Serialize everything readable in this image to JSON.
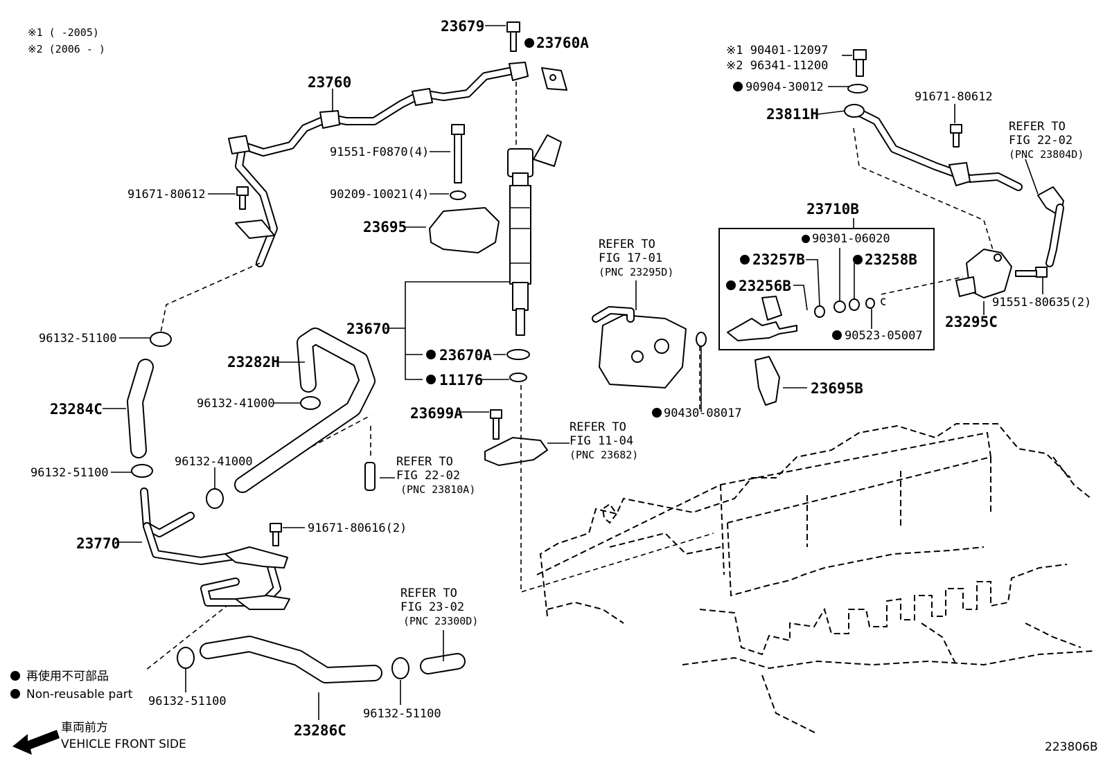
{
  "notes": {
    "n1": "※1 (      -2005)",
    "n2": "※2 (2006 -      )"
  },
  "labels": {
    "p23679": "23679",
    "p23760A": "23760A",
    "p23760": "23760",
    "p91551_F0870": "91551-F0870(4)",
    "p90209_10021": "90209-10021(4)",
    "p91671_80612_left": "91671-80612",
    "p23695": "23695",
    "p23670": "23670",
    "p23670A": "23670A",
    "p11176": "11176",
    "p23699A": "23699A",
    "p96132_51100_a": "96132-51100",
    "p23284C": "23284C",
    "p96132_51100_b": "96132-51100",
    "p23282H": "23282H",
    "p96132_41000_a": "96132-41000",
    "p96132_41000_b": "96132-41000",
    "p23770": "23770",
    "p91671_80616": "91671-80616(2)",
    "p96132_51100_c": "96132-51100",
    "p23286C": "23286C",
    "p96132_51100_d": "96132-51100",
    "p90401_12097": "※1 90401-12097",
    "p96341_11200": "※2 96341-11200",
    "p90904_30012": "90904-30012",
    "p23811H": "23811H",
    "p91671_80612_right": "91671-80612",
    "p23710B": "23710B",
    "p90301_06020": "90301-06020",
    "p23257B": "23257B",
    "p23258B": "23258B",
    "p23256B": "23256B",
    "p90523_05007": "90523-05007",
    "p23295C": "23295C",
    "p91551_80635": "91551-80635(2)",
    "p90430_08017": "90430-08017",
    "p23695B": "23695B"
  },
  "refs": {
    "r1": {
      "l1": "REFER TO",
      "l2": "FIG 22-02",
      "l3": "(PNC 23804D)"
    },
    "r2": {
      "l1": "REFER TO",
      "l2": "FIG 17-01",
      "l3": "(PNC 23295D)"
    },
    "r3": {
      "l1": "REFER TO",
      "l2": "FIG 11-04",
      "l3": "(PNC 23682)"
    },
    "r4": {
      "l1": "REFER TO",
      "l2": "FIG 22-02",
      "l3": "(PNC 23810A)"
    },
    "r5": {
      "l1": "REFER TO",
      "l2": "FIG 23-02",
      "l3": "(PNC 23300D)"
    }
  },
  "legend": {
    "jp": "再使用不可部品",
    "en": "Non-reusable part",
    "front_jp": "車両前方",
    "front_en": "VEHICLE FRONT SIDE"
  },
  "figure_id": "223806B"
}
